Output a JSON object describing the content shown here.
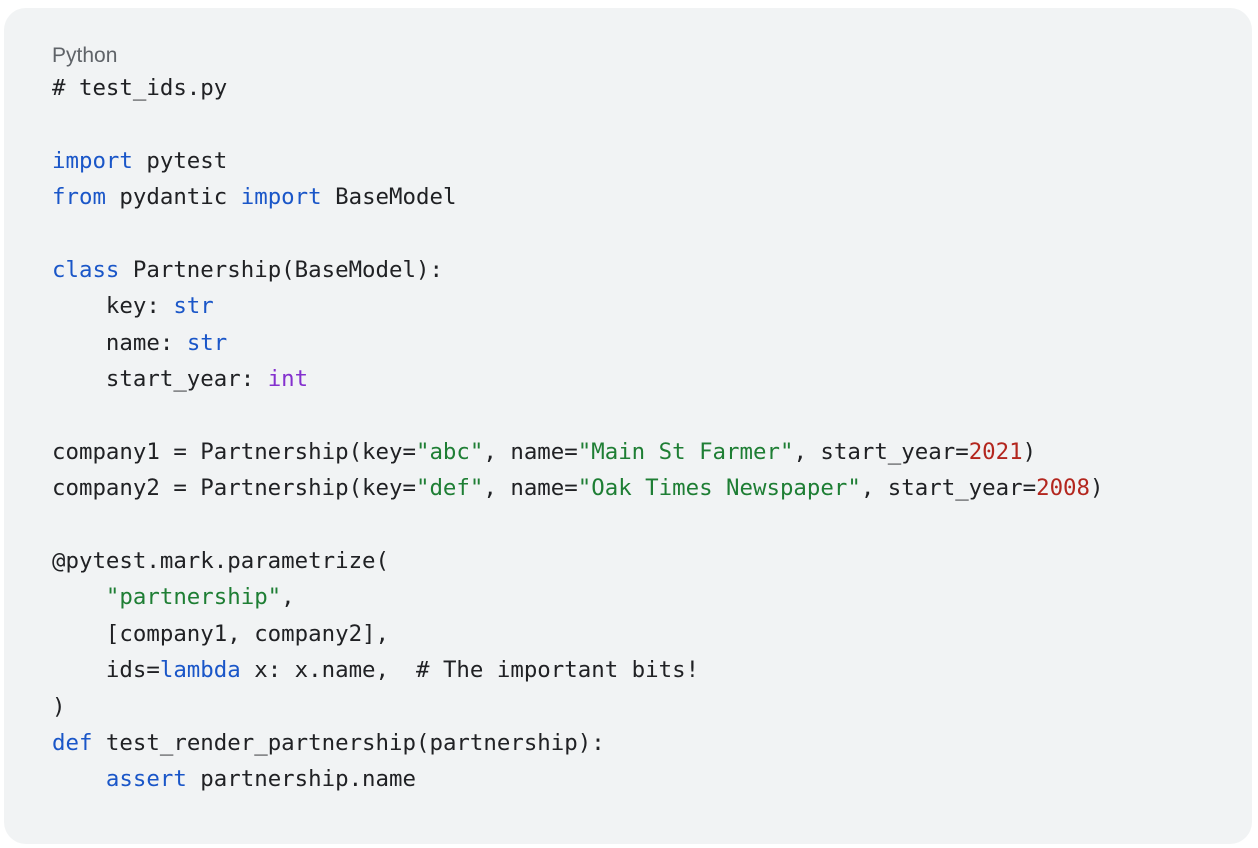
{
  "code_block": {
    "language_label": "Python",
    "lines": [
      [
        {
          "t": "# test_ids.py",
          "k": "plain"
        }
      ],
      [],
      [
        {
          "t": "import",
          "k": "kw"
        },
        {
          "t": " pytest",
          "k": "plain"
        }
      ],
      [
        {
          "t": "from",
          "k": "kw"
        },
        {
          "t": " pydantic ",
          "k": "plain"
        },
        {
          "t": "import",
          "k": "kw"
        },
        {
          "t": " BaseModel",
          "k": "plain"
        }
      ],
      [],
      [
        {
          "t": "class",
          "k": "kw"
        },
        {
          "t": " Partnership(BaseModel):",
          "k": "plain"
        }
      ],
      [
        {
          "t": "    key: ",
          "k": "plain"
        },
        {
          "t": "str",
          "k": "bi"
        }
      ],
      [
        {
          "t": "    name: ",
          "k": "plain"
        },
        {
          "t": "str",
          "k": "bi"
        }
      ],
      [
        {
          "t": "    start_year: ",
          "k": "plain"
        },
        {
          "t": "int",
          "k": "type"
        }
      ],
      [],
      [
        {
          "t": "company1 = Partnership(key=",
          "k": "plain"
        },
        {
          "t": "\"abc\"",
          "k": "str"
        },
        {
          "t": ", name=",
          "k": "plain"
        },
        {
          "t": "\"Main St Farmer\"",
          "k": "str"
        },
        {
          "t": ", start_year=",
          "k": "plain"
        },
        {
          "t": "2021",
          "k": "num"
        },
        {
          "t": ")",
          "k": "plain"
        }
      ],
      [
        {
          "t": "company2 = Partnership(key=",
          "k": "plain"
        },
        {
          "t": "\"def\"",
          "k": "str"
        },
        {
          "t": ", name=",
          "k": "plain"
        },
        {
          "t": "\"Oak Times Newspaper\"",
          "k": "str"
        },
        {
          "t": ", start_year=",
          "k": "plain"
        },
        {
          "t": "2008",
          "k": "num"
        },
        {
          "t": ")",
          "k": "plain"
        }
      ],
      [],
      [
        {
          "t": "@pytest.mark.parametrize(",
          "k": "plain"
        }
      ],
      [
        {
          "t": "    ",
          "k": "plain"
        },
        {
          "t": "\"partnership\"",
          "k": "str"
        },
        {
          "t": ",",
          "k": "plain"
        }
      ],
      [
        {
          "t": "    [company1, company2],",
          "k": "plain"
        }
      ],
      [
        {
          "t": "    ids=",
          "k": "plain"
        },
        {
          "t": "lambda",
          "k": "kw"
        },
        {
          "t": " x: x.name,  ",
          "k": "plain"
        },
        {
          "t": "# The important bits!",
          "k": "comment"
        }
      ],
      [
        {
          "t": ")",
          "k": "plain"
        }
      ],
      [
        {
          "t": "def",
          "k": "kw"
        },
        {
          "t": " test_render_partnership(partnership):",
          "k": "plain"
        }
      ],
      [
        {
          "t": "    ",
          "k": "plain"
        },
        {
          "t": "assert",
          "k": "kw"
        },
        {
          "t": " partnership.name",
          "k": "plain"
        }
      ]
    ]
  },
  "colors": {
    "background": "#f1f3f4",
    "keyword": "#1a56c8",
    "type": "#8430ce",
    "string": "#1e7e34",
    "number": "#b3261e",
    "text": "#202124",
    "label": "#5f6368"
  }
}
